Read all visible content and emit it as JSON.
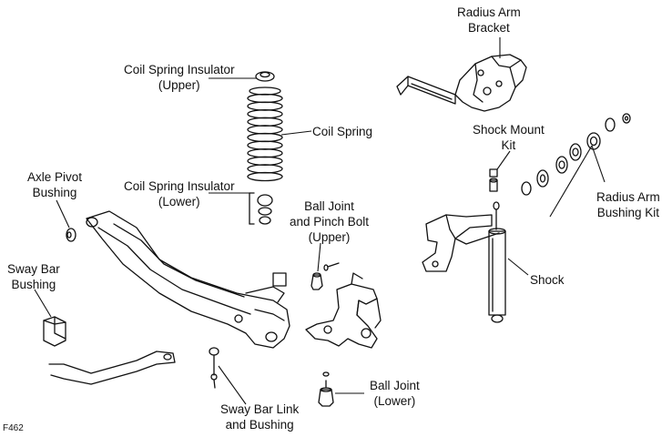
{
  "figure_id": "F462",
  "labels": {
    "radius_arm_bracket": [
      "Radius Arm",
      "Bracket"
    ],
    "coil_spring_insulator_upper": [
      "Coil Spring Insulator",
      "(Upper)"
    ],
    "coil_spring": [
      "Coil Spring"
    ],
    "shock_mount_kit": [
      "Shock Mount",
      "Kit"
    ],
    "axle_pivot_bushing": [
      "Axle Pivot",
      "Bushing"
    ],
    "coil_spring_insulator_lower": [
      "Coil Spring Insulator",
      "(Lower)"
    ],
    "ball_joint_upper": [
      "Ball Joint",
      "and Pinch Bolt",
      "(Upper)"
    ],
    "radius_arm_bushing_kit": [
      "Radius Arm",
      "Bushing Kit"
    ],
    "sway_bar_bushing": [
      "Sway Bar",
      "Bushing"
    ],
    "shock": [
      "Shock"
    ],
    "ball_joint_lower": [
      "Ball Joint",
      "(Lower)"
    ],
    "sway_bar_link": [
      "Sway Bar Link",
      "and Bushing"
    ]
  }
}
